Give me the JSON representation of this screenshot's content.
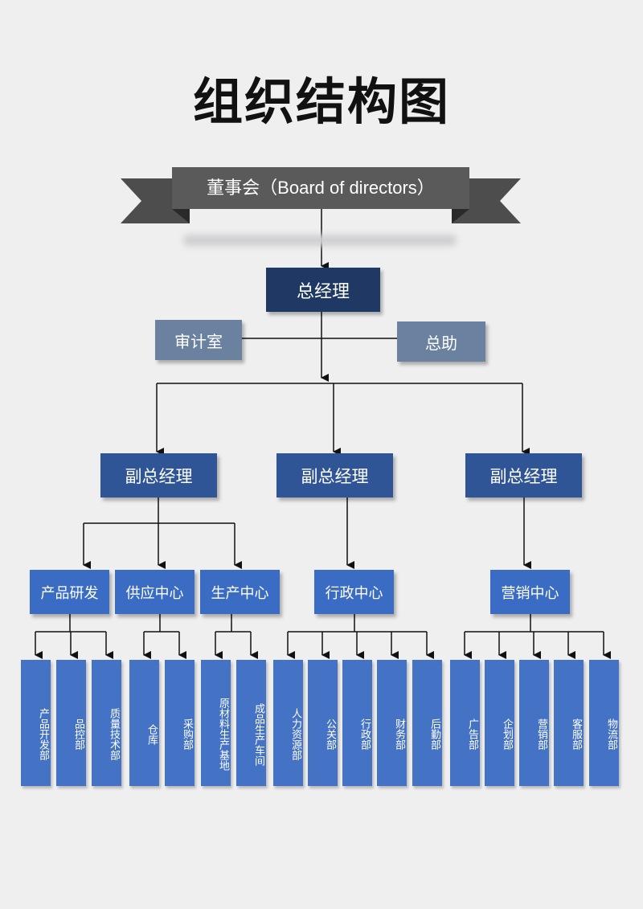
{
  "title": "组织结构图",
  "board": "董事会（Board of directors）",
  "general_manager": "总经理",
  "audit": "审计室",
  "assistant": "总助",
  "vp_labels": [
    "副总经理",
    "副总经理",
    "副总经理"
  ],
  "centers": [
    "产品研发",
    "供应中心",
    "生产中心",
    "行政中心",
    "营销中心"
  ],
  "departments": [
    "产品开发部",
    "品控部",
    "质量技术部",
    "仓库",
    "采购部",
    "原材料生产基地",
    "成品生产车间",
    "人力资源部",
    "公关部",
    "行政部",
    "财务部",
    "后勤部",
    "广告部",
    "企划部",
    "营销部",
    "客服部",
    "物流部"
  ],
  "colors": {
    "background": "#efeff0",
    "ribbon": "#555555",
    "general_manager": "#1f3864",
    "side_office": "#6b81a0",
    "vice_president": "#2f5597",
    "center": "#3b6cc4",
    "department": "#4472c4"
  }
}
